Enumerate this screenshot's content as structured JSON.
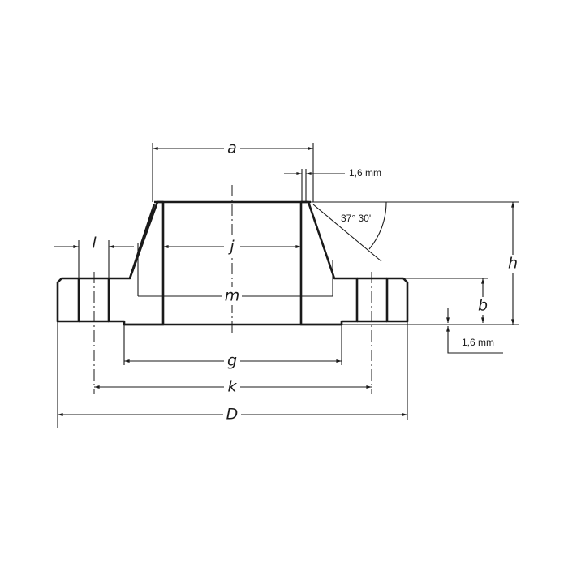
{
  "diagram": {
    "labels": {
      "a": "a",
      "j": "j",
      "l": "l",
      "m": "m",
      "g": "g",
      "k": "k",
      "D": "D",
      "h": "h",
      "b": "b"
    },
    "notes": {
      "top_gap": "1,6 mm",
      "bevel_angle": "37° 30'",
      "raised_face": "1,6 mm"
    }
  }
}
